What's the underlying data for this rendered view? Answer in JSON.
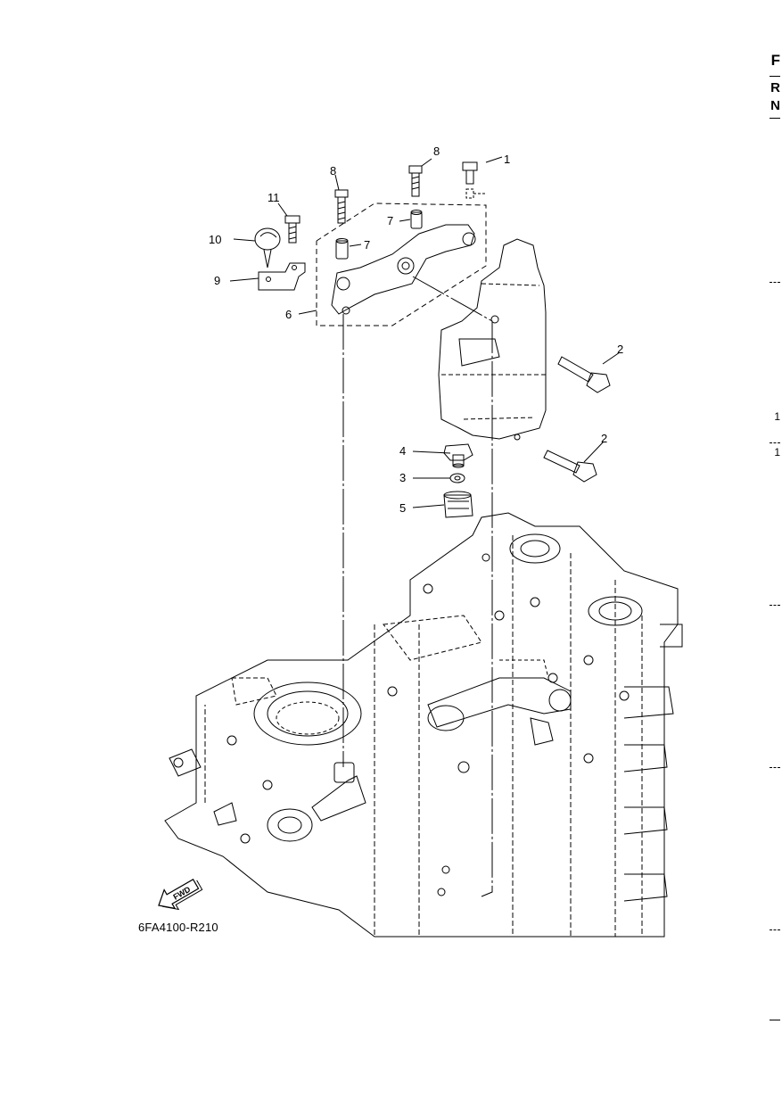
{
  "diagram_code": "6FA4100-R210",
  "fwd_label": "FWD",
  "callouts": [
    "1",
    "2",
    "2",
    "3",
    "4",
    "5",
    "6",
    "7",
    "7",
    "8",
    "8",
    "9",
    "10",
    "11"
  ],
  "edge_text": [
    "F",
    "R",
    "N",
    "1",
    "1"
  ],
  "colors": {
    "line": "#000000",
    "background": "#ffffff"
  },
  "icons": [
    "fwd-arrow-icon"
  ]
}
